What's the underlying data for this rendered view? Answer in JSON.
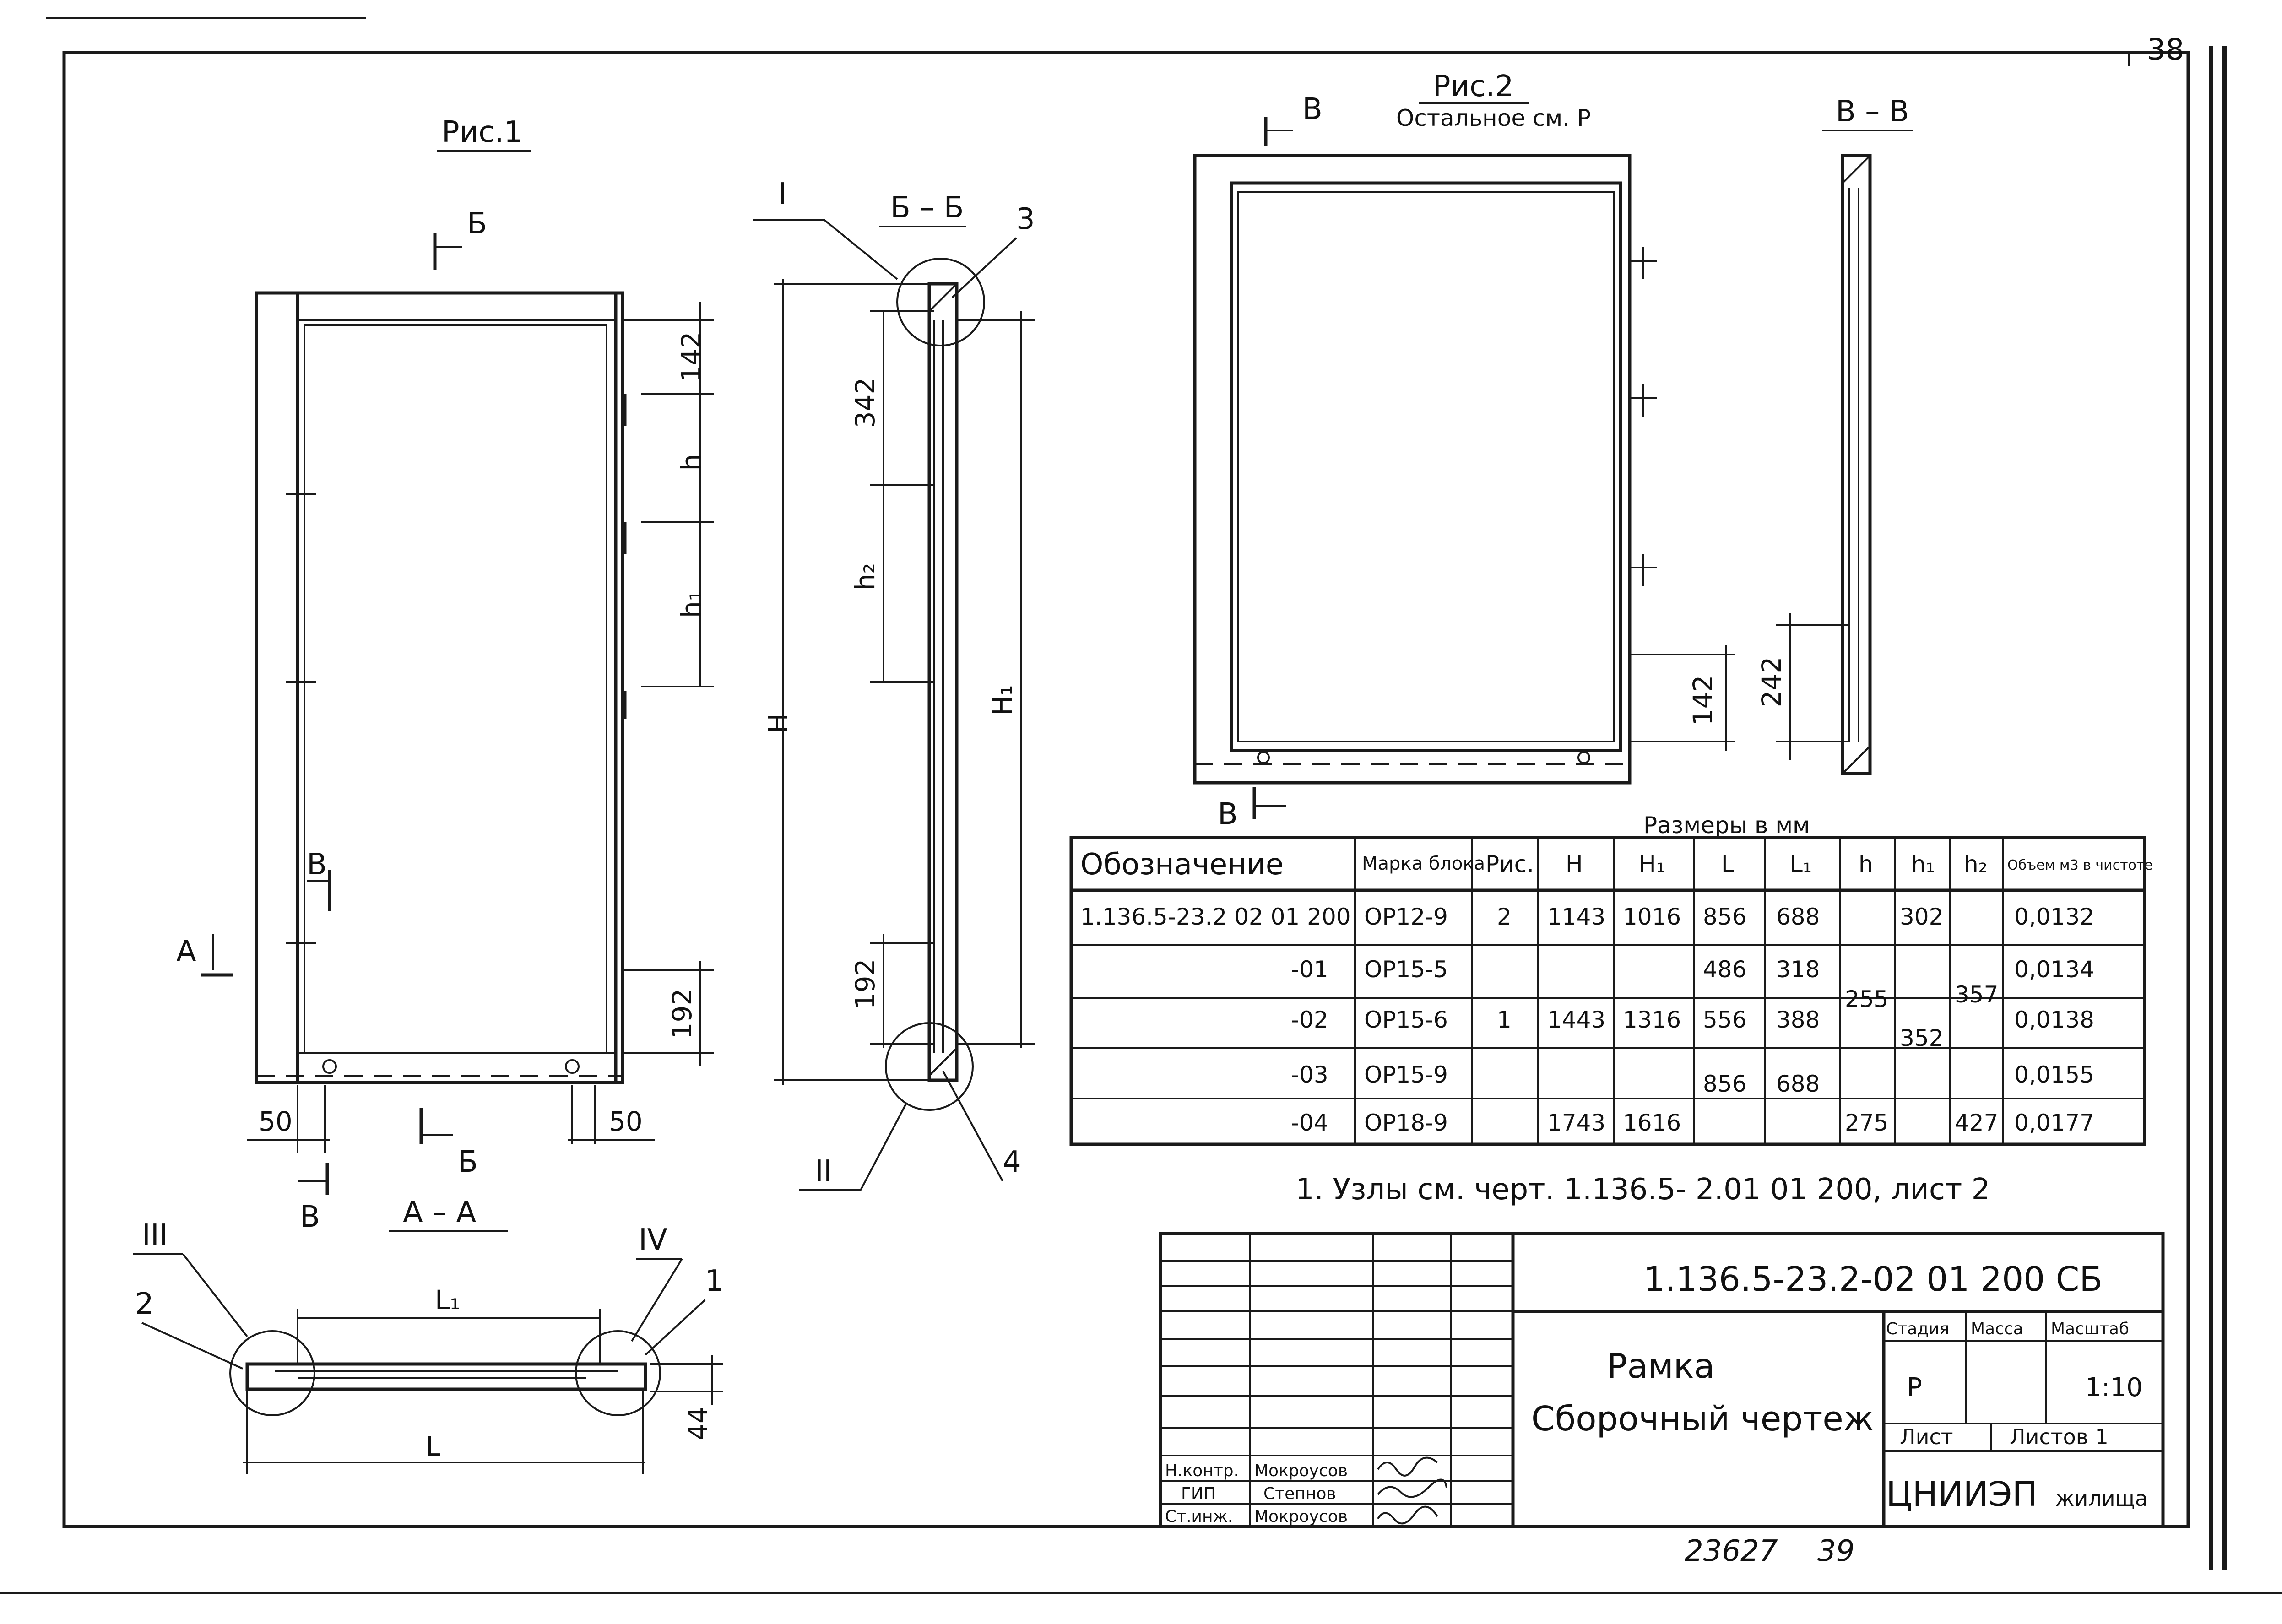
{
  "page_number": "38",
  "fig1": {
    "title": "Рис.1",
    "cut_b_top": "Б",
    "cut_b_bottom": "Б",
    "cut_a": "А",
    "cut_v_mid": "В",
    "cut_v_bottom": "В",
    "dim_142": "142",
    "dim_h": "h",
    "dim_h1": "h₁",
    "dim_192": "192",
    "dim_50_left": "50",
    "dim_50_right": "50",
    "dim_H": "Н"
  },
  "section_bb": {
    "title": "Б – Б",
    "callout_I": "I",
    "callout_II": "II",
    "callout_3": "3",
    "callout_4": "4",
    "dim_342": "342",
    "dim_h2": "h₂",
    "dim_192": "192",
    "dim_H1": "Н₁"
  },
  "section_aa": {
    "title": "А – А",
    "callout_III": "III",
    "callout_IV": "IV",
    "callout_1": "1",
    "callout_2": "2",
    "dim_L1": "L₁",
    "dim_L": "L",
    "dim_44": "44"
  },
  "fig2": {
    "title": "Рис.2",
    "subtitle": "Остальное см. Р",
    "cut_v_top": "В",
    "cut_v_bottom": "В",
    "dim_142": "142"
  },
  "section_vv": {
    "title": "В – В",
    "dim_242": "242"
  },
  "table": {
    "caption": "Размеры в мм",
    "headers": [
      "Обозначение",
      "Марка блока",
      "Рис.",
      "Н",
      "Н₁",
      "L",
      "L₁",
      "h",
      "h₁",
      "h₂",
      "Объем м3 в чистоте"
    ],
    "rows": [
      {
        "oboz": "1.136.5-23.2 02 01 200",
        "marka": "ОР12-9",
        "ris": "2",
        "H": "1143",
        "H1": "1016",
        "L": "856",
        "L1": "688",
        "h": "",
        "h1": "302",
        "h2": "",
        "vol": "0,0132"
      },
      {
        "oboz": "-01",
        "marka": "ОР15-5",
        "ris": "",
        "H": "",
        "H1": "",
        "L": "486",
        "L1": "318",
        "h": "",
        "h1": "",
        "h2": "",
        "vol": "0,0134"
      },
      {
        "oboz": "-02",
        "marka": "ОР15-6",
        "ris": "1",
        "H": "1443",
        "H1": "1316",
        "L": "556",
        "L1": "388",
        "h": "255",
        "h1": "352",
        "h2": "357",
        "vol": "0,0138"
      },
      {
        "oboz": "-03",
        "marka": "ОР15-9",
        "ris": "",
        "H": "",
        "H1": "",
        "L": "856",
        "L1": "688",
        "h": "",
        "h1": "",
        "h2": "",
        "vol": "0,0155"
      },
      {
        "oboz": "-04",
        "marka": "ОР18-9",
        "ris": "",
        "H": "1743",
        "H1": "1616",
        "L": "",
        "L1": "",
        "h": "275",
        "h1": "",
        "h2": "427",
        "vol": "0,0177"
      }
    ]
  },
  "note": "1. Узлы см. черт. 1.136.5-   2.01 01 200, лист 2",
  "title_block": {
    "designation": "1.136.5-23.2-02 01 200 СБ",
    "name_line1": "Рамка",
    "name_line2": "Сборочный чертеж",
    "stage_label": "Стадия",
    "mass_label": "Масса",
    "scale_label": "Масштаб",
    "stage_value": "Р",
    "scale_value": "1:10",
    "sheet_label": "Лист",
    "sheets_label": "Листов 1",
    "org": "ЦНИИЭП",
    "org_suffix": "жилища",
    "signers": [
      {
        "role": "Н.контр.",
        "name": "Мокроусов"
      },
      {
        "role": "ГИП",
        "name": "Степнов"
      },
      {
        "role": "Ст.инж.",
        "name": "Мокроусов"
      }
    ]
  },
  "archive_number": "23627",
  "archive_sheet": "39"
}
